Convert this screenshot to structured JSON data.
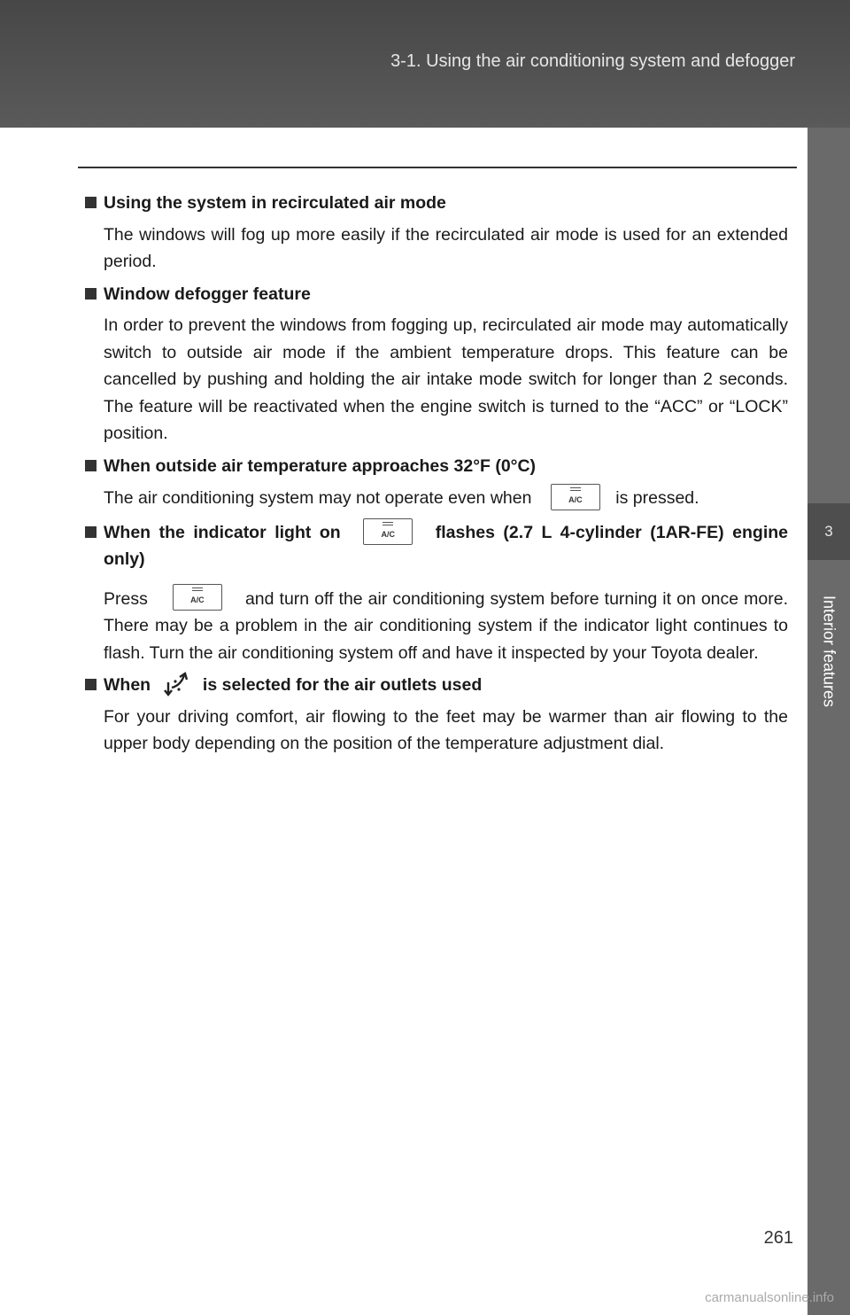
{
  "header": {
    "title": "3-1. Using the air conditioning system and defogger"
  },
  "side_tab": {
    "number": "3",
    "label": "Interior features"
  },
  "sections": [
    {
      "heading": "Using the system in recirculated air mode",
      "body": "The windows will fog up more easily if the recirculated air mode is used for an extended period."
    },
    {
      "heading": "Window defogger feature",
      "body": "In order to prevent the windows from fogging up, recirculated air mode may automatically switch to outside air mode if the ambient temperature drops. This feature can be cancelled by pushing and holding the air intake mode switch for longer than 2 seconds. The feature will be reactivated when the engine switch is turned to the “ACC” or “LOCK” position."
    },
    {
      "heading": "When outside air temperature approaches 32°F (0°C)",
      "body_before": "The air conditioning system may not operate even when",
      "body_after": "is pressed."
    },
    {
      "heading_before": "When the indicator light on",
      "heading_after": "flashes (2.7 L 4-cylinder (1AR-FE) engine only)",
      "body_before": "Press",
      "body_after": "and turn off the air conditioning system before turning it on once more. There may be a problem in the air conditioning system if the indicator light continues to flash. Turn the air conditioning system off and have it inspected by your Toyota dealer."
    },
    {
      "heading_before": "When",
      "heading_after": "is selected for the air outlets used",
      "body": "For your driving comfort, air flowing to the feet may be warmer than air flowing to the upper body depending on the position of the temperature adjustment dial."
    }
  ],
  "ac_button": {
    "label": "A/C",
    "icon": "ac-button-icon"
  },
  "airflow_icon": {
    "icon": "airflow-upper-body-feet-icon"
  },
  "page_number": "261",
  "watermark": "carmanualsonline.info"
}
